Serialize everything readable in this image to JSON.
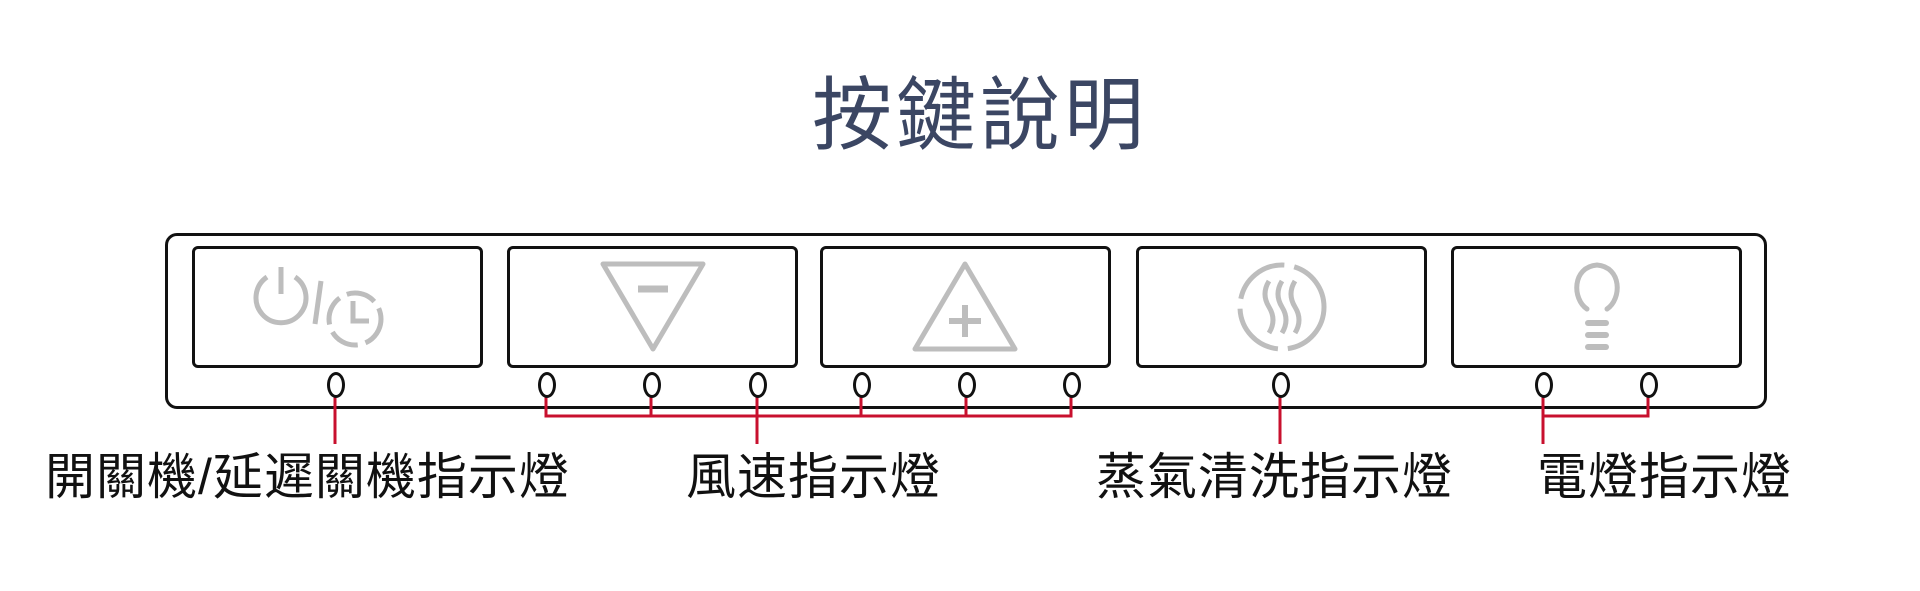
{
  "title": "按鍵說明",
  "buttons": [
    {
      "name": "power-timer",
      "icon": "power-timer-icon"
    },
    {
      "name": "fan-speed-down",
      "icon": "triangle-minus-icon"
    },
    {
      "name": "fan-speed-up",
      "icon": "triangle-plus-icon"
    },
    {
      "name": "steam-clean",
      "icon": "steam-icon"
    },
    {
      "name": "light",
      "icon": "lightbulb-icon"
    }
  ],
  "labels": {
    "power": "開關機/延遲關機指示燈",
    "fan": "風速指示燈",
    "steam": "蒸氣清洗指示燈",
    "light": "電燈指示燈"
  },
  "colors": {
    "title": "#3b4663",
    "icon": "#bdbdbd",
    "leader": "#c8102e",
    "outline": "#111111"
  }
}
